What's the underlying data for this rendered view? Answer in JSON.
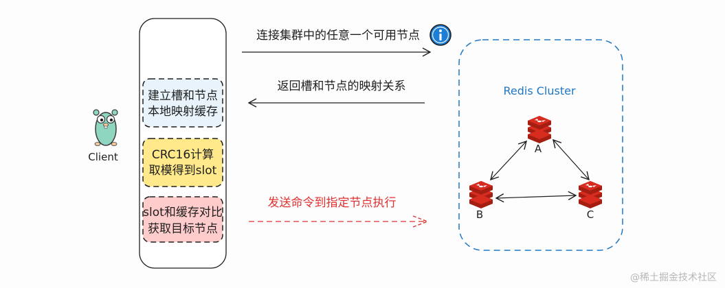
{
  "client": {
    "label": "Client"
  },
  "steps": [
    {
      "line1": "建立槽和节点",
      "line2": "本地映射缓存",
      "fill": "#e8f3fb"
    },
    {
      "line1": "CRC16计算",
      "line2": "取模得到slot",
      "fill": "#ffe98a"
    },
    {
      "line1": "slot和缓存对比",
      "line2": "获取目标节点",
      "fill": "#ffcccc"
    }
  ],
  "arrows": {
    "connect": "连接集群中的任意一个可用节点",
    "return_map": "返回槽和节点的映射关系",
    "send_cmd": "发送命令到指定节点执行"
  },
  "cluster": {
    "title": "Redis Cluster",
    "node_a": "A",
    "node_b": "B",
    "node_c": "C"
  },
  "colors": {
    "cluster_border": "#1f77c4",
    "cluster_title": "#1f77c4",
    "send_arrow": "#e03131",
    "info_icon": "#1c7ed6",
    "redis_red": "#d82c20",
    "gopher": "#8fd6c1"
  },
  "icons": {
    "info": "info-circle-icon",
    "gopher": "gopher-mascot-icon",
    "redis": "redis-stack-icon"
  },
  "watermark": "@稀土掘金技术社区"
}
